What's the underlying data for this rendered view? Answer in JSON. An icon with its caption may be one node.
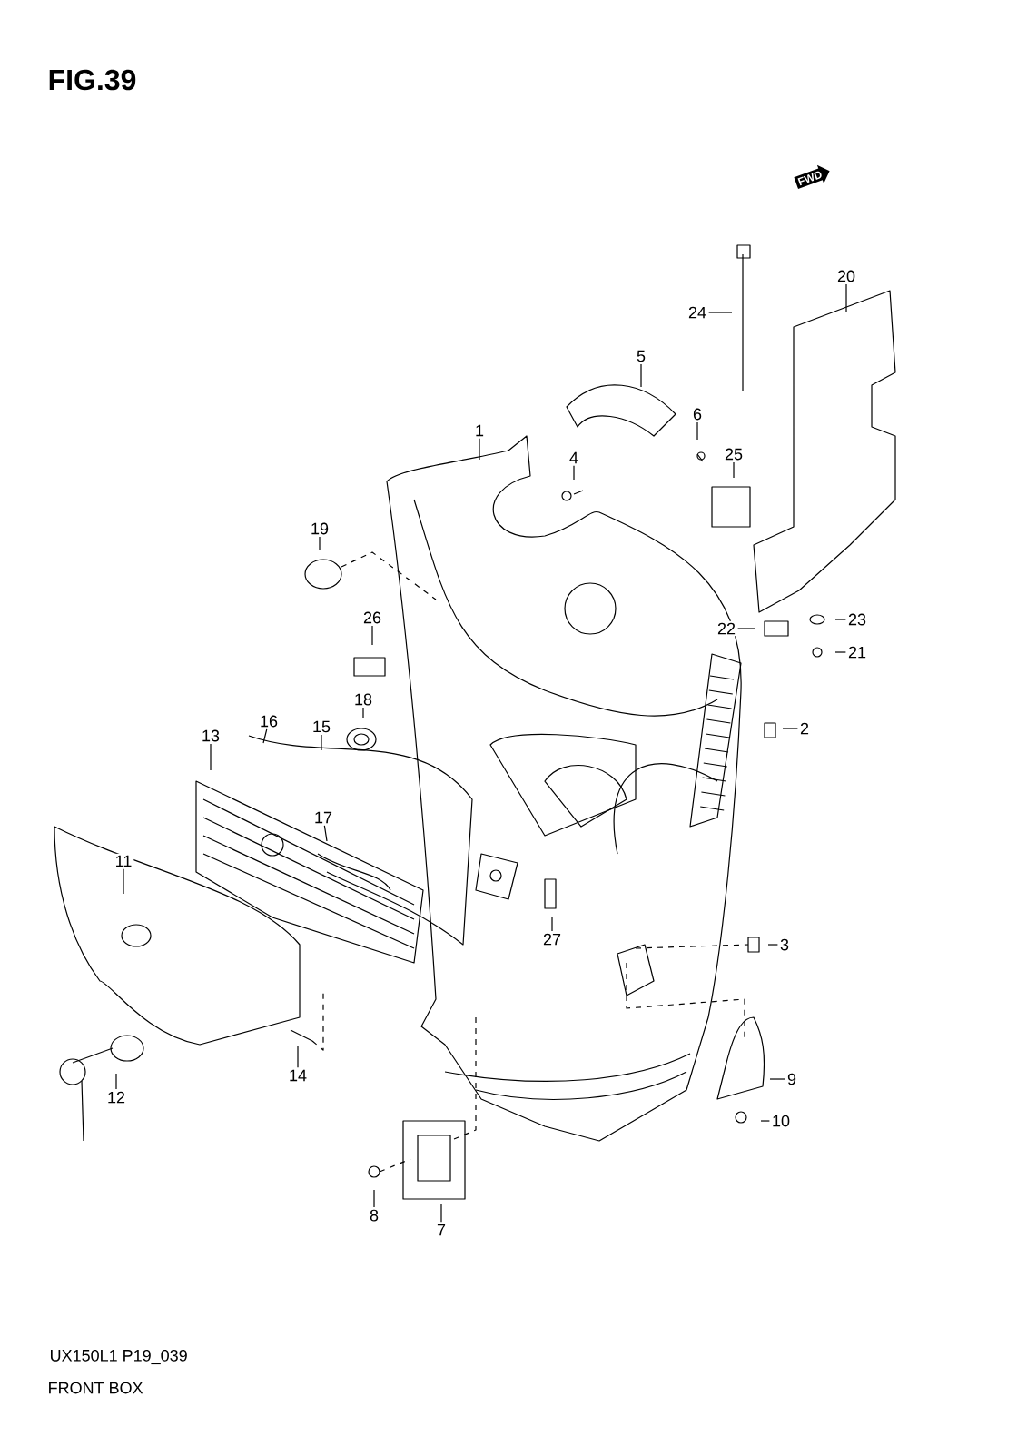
{
  "diagram": {
    "title": "FIG.39",
    "caption": "FRONT BOX",
    "nodes": [
      {
        "text": [
          "1"
        ]
      },
      {
        "text": [
          "2"
        ]
      },
      {
        "text": [
          "3"
        ]
      },
      {
        "text": [
          "4"
        ]
      },
      {
        "text": [
          "5"
        ]
      },
      {
        "text": [
          "6"
        ]
      },
      {
        "text": [
          "7"
        ]
      },
      {
        "text": [
          "8"
        ]
      },
      {
        "text": [
          "9"
        ]
      },
      {
        "text": [
          "10"
        ]
      },
      {
        "text": [
          "11"
        ]
      },
      {
        "text": [
          "12"
        ]
      },
      {
        "text": [
          "13"
        ]
      },
      {
        "text": [
          "14"
        ]
      },
      {
        "text": [
          "15"
        ]
      },
      {
        "text": [
          "16"
        ]
      },
      {
        "text": [
          "17"
        ]
      },
      {
        "text": [
          "18"
        ]
      },
      {
        "text": [
          "19"
        ]
      },
      {
        "text": [
          "20"
        ]
      },
      {
        "text": [
          "21"
        ]
      },
      {
        "text": [
          "22"
        ]
      },
      {
        "text": [
          "23"
        ]
      },
      {
        "text": [
          "24"
        ]
      },
      {
        "text": [
          "25"
        ]
      },
      {
        "text": [
          "26"
        ]
      },
      {
        "text": [
          "27"
        ]
      }
    ],
    "edges": [
      {
        "from": 0,
        "to": null,
        "arrow": "none"
      },
      {
        "from": 1,
        "to": null,
        "arrow": "none"
      },
      {
        "from": 2,
        "to": null,
        "arrow": "none"
      },
      {
        "from": 3,
        "to": null,
        "arrow": "none"
      },
      {
        "from": 4,
        "to": null,
        "arrow": "none"
      },
      {
        "from": 5,
        "to": null,
        "arrow": "none"
      },
      {
        "from": 6,
        "to": null,
        "arrow": "none"
      },
      {
        "from": 7,
        "to": null,
        "arrow": "none"
      },
      {
        "from": 8,
        "to": null,
        "arrow": "none"
      },
      {
        "from": 9,
        "to": null,
        "arrow": "none"
      },
      {
        "from": 10,
        "to": null,
        "arrow": "none"
      },
      {
        "from": 11,
        "to": null,
        "arrow": "none"
      },
      {
        "from": 12,
        "to": null,
        "arrow": "none"
      },
      {
        "from": 13,
        "to": null,
        "arrow": "none"
      },
      {
        "from": 14,
        "to": null,
        "arrow": "none"
      },
      {
        "from": 15,
        "to": null,
        "arrow": "none"
      },
      {
        "from": 16,
        "to": null,
        "arrow": "none"
      },
      {
        "from": 17,
        "to": null,
        "arrow": "none"
      },
      {
        "from": 18,
        "to": null,
        "arrow": "none"
      },
      {
        "from": 19,
        "to": null,
        "arrow": "none"
      },
      {
        "from": 20,
        "to": null,
        "arrow": "none"
      },
      {
        "from": 21,
        "to": null,
        "arrow": "none"
      },
      {
        "from": 22,
        "to": null,
        "arrow": "none"
      },
      {
        "from": 23,
        "to": null,
        "arrow": "none"
      },
      {
        "from": 24,
        "to": null,
        "arrow": "none"
      },
      {
        "from": 25,
        "to": null,
        "arrow": "none"
      },
      {
        "from": 26,
        "to": null,
        "arrow": "none"
      }
    ],
    "labels": [
      "FWD",
      "UX150L1 P19_039"
    ]
  }
}
